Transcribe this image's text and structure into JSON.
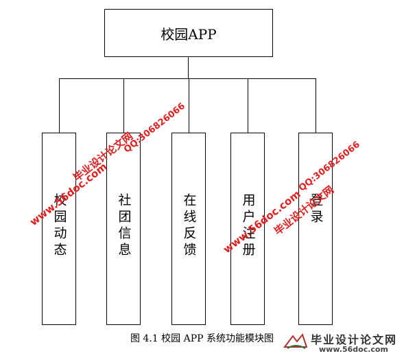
{
  "diagram": {
    "root": "校园APP",
    "modules": [
      "校园动态",
      "社团信息",
      "在线反馈",
      "用户注册",
      "登录"
    ],
    "caption": "图 4.1 校园 APP 系统功能模块图"
  },
  "watermarks": {
    "url": "www.56doc.com",
    "qq": "QQ:306826066",
    "site": "毕业设计论文网"
  },
  "logo": {
    "name": "毕业设计论文网",
    "url": "www.56doc.com"
  },
  "colors": {
    "line": "#000000",
    "watermark": "#e02020"
  }
}
